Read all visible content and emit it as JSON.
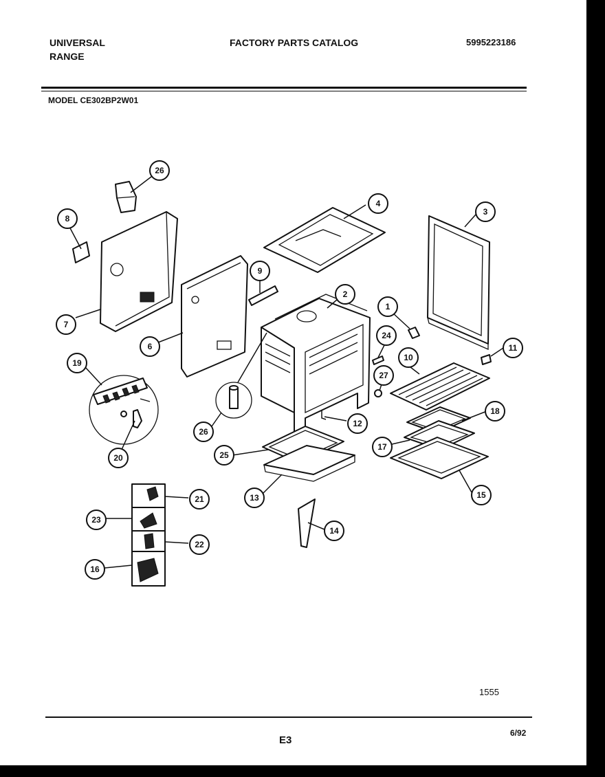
{
  "header": {
    "brand_line1": "UNIVERSAL",
    "brand_line2": "RANGE",
    "catalog_title": "FACTORY PARTS CATALOG",
    "catalog_number": "5995223186",
    "model_label": "MODEL CE302BP2W01"
  },
  "diagram": {
    "callouts": [
      "1",
      "2",
      "3",
      "4",
      "6",
      "7",
      "8",
      "9",
      "10",
      "11",
      "12",
      "13",
      "14",
      "15",
      "16",
      "17",
      "18",
      "19",
      "20",
      "21",
      "22",
      "23",
      "24",
      "25",
      "26",
      "26",
      "27"
    ]
  },
  "footer": {
    "drawing_code": "1555",
    "page_id": "E3",
    "date": "6/92"
  }
}
